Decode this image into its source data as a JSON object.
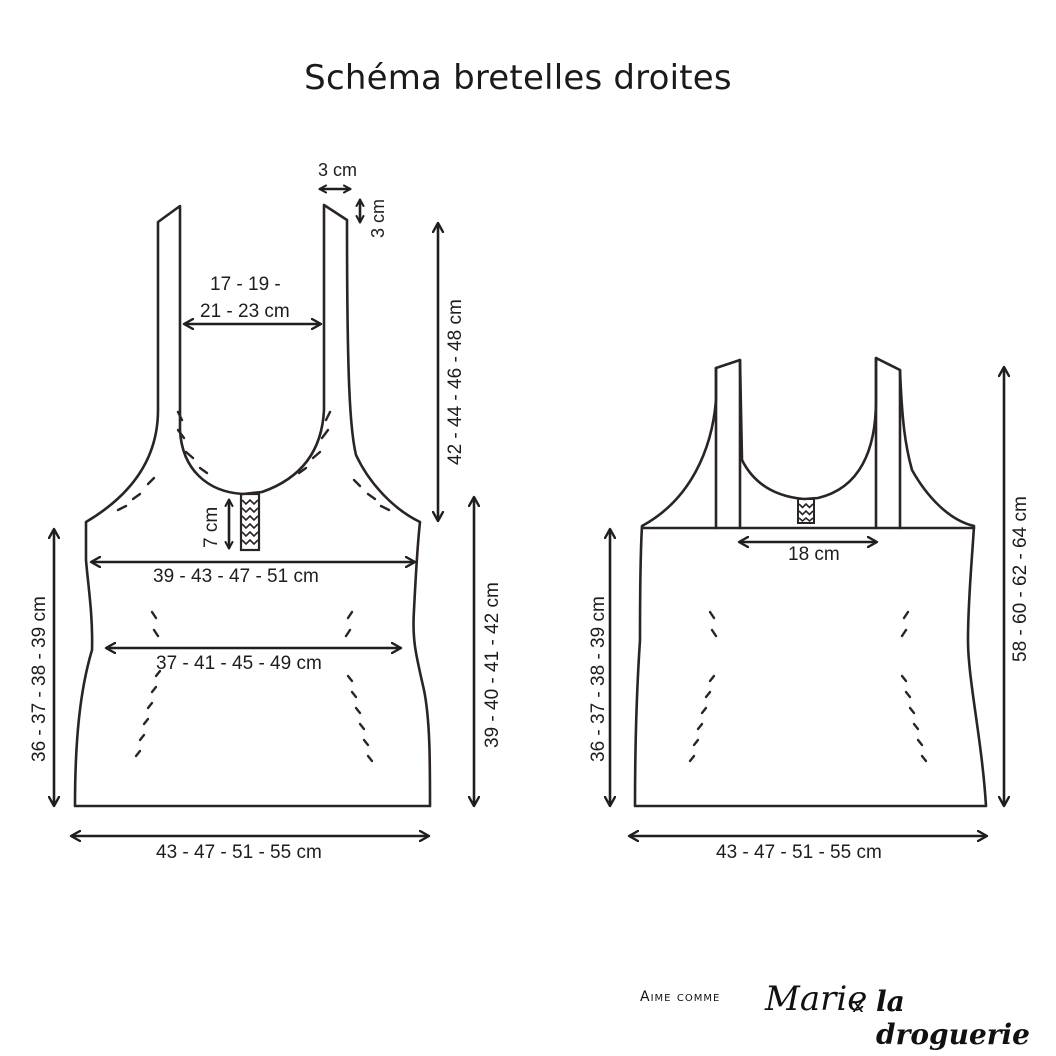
{
  "title": "Schéma bretelles droites",
  "front": {
    "strap_width": "3 cm",
    "strap_height": "3 cm",
    "neck_width_line1": "17 - 19 -",
    "neck_width_line2": "21 - 23 cm",
    "armhole_depth": "42 - 44 - 46 - 48 cm",
    "placket_length": "7 cm",
    "chest_width": "39 - 43 - 47 - 51 cm",
    "waist_width": "37 - 41 - 45 - 49 cm",
    "side_length": "36 - 37 - 38 - 39 cm",
    "body_length": "39 - 40 - 41 - 42 cm",
    "hem_width": "43 - 47 - 51 - 55 cm"
  },
  "back": {
    "strap_spacing": "18 cm",
    "total_length": "58 - 60 - 62 - 64 cm",
    "side_length": "36 - 37 - 38 - 39 cm",
    "hem_width": "43 - 47 - 51 - 55 cm"
  },
  "brand": {
    "part1": "Aime comme",
    "part2": "Marie",
    "separator": "x",
    "part3": "la droguerie"
  }
}
